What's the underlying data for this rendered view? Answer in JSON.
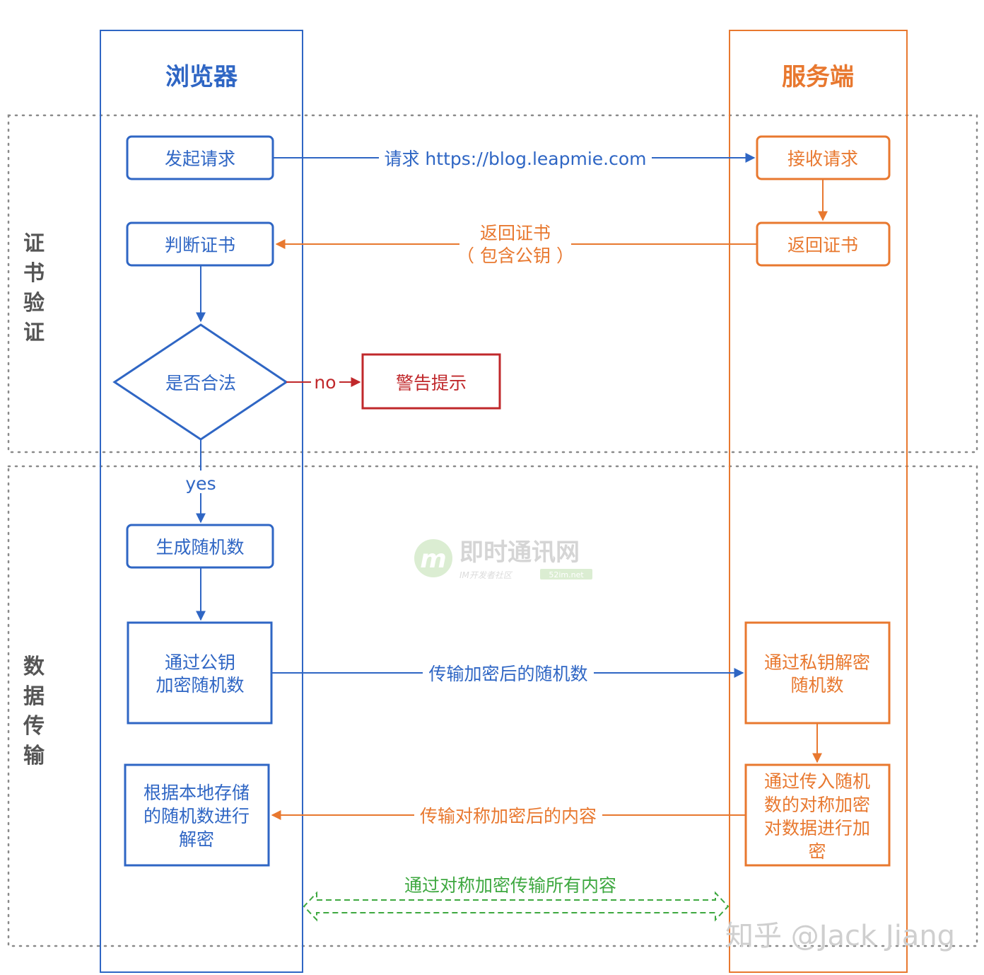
{
  "colors": {
    "browser": "#2f66c4",
    "server": "#e8782f",
    "warning": "#c0282b",
    "secure": "#3ea840",
    "section_border": "#8a8a8a",
    "label_gray": "#555555"
  },
  "lanes": {
    "browser": {
      "title": "浏览器"
    },
    "server": {
      "title": "服务端"
    }
  },
  "sections": {
    "cert_verify": {
      "label": "证书验证",
      "chars": [
        "证",
        "书",
        "验",
        "证"
      ]
    },
    "data_transfer": {
      "label": "数据传输",
      "chars": [
        "数",
        "据",
        "传",
        "输"
      ]
    }
  },
  "nodes": {
    "send_request": {
      "lines": [
        "发起请求"
      ]
    },
    "receive_request": {
      "lines": [
        "接收请求"
      ]
    },
    "check_cert": {
      "lines": [
        "判断证书"
      ]
    },
    "return_cert": {
      "lines": [
        "返回证书"
      ]
    },
    "is_valid": {
      "lines": [
        "是否合法"
      ]
    },
    "warning": {
      "lines": [
        "警告提示"
      ]
    },
    "generate_random": {
      "lines": [
        "生成随机数"
      ]
    },
    "encrypt_random": {
      "lines": [
        "通过公钥",
        "加密随机数"
      ]
    },
    "decrypt_random": {
      "lines": [
        "通过私钥解密",
        "随机数"
      ]
    },
    "encrypt_data": {
      "lines": [
        "通过传入随机",
        "数的对称加密",
        "对数据进行加",
        "密"
      ]
    },
    "decrypt_data": {
      "lines": [
        "根据本地存储",
        "的随机数进行",
        "解密"
      ]
    }
  },
  "edges": {
    "request": {
      "label": "请求 https://blog.leapmie.com"
    },
    "return_cert": {
      "lines": [
        "返回证书",
        "（ 包含公钥 ）"
      ]
    },
    "no": {
      "label": "no"
    },
    "yes": {
      "label": "yes"
    },
    "send_encrypted_random": {
      "label": "传输加密后的随机数"
    },
    "send_encrypted_content": {
      "label": "传输对称加密后的内容"
    },
    "symmetric_all": {
      "label": "通过对称加密传输所有内容"
    }
  },
  "watermarks": {
    "site_name": "即时通讯网",
    "site_logo_letter": "m",
    "site_sub": "IM开发者社区",
    "site_url": "52im.net",
    "credit": "知乎 @Jack Jiang"
  }
}
